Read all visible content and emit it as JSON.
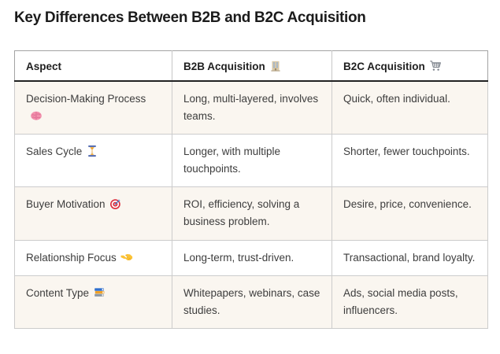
{
  "title": "Key Differences Between B2B and B2C Acquisition",
  "table": {
    "headers": {
      "aspect": {
        "label": "Aspect"
      },
      "b2b": {
        "label": "B2B Acquisition",
        "emoji": "🏢",
        "icon": "office-building-icon"
      },
      "b2c": {
        "label": "B2C Acquisition",
        "emoji": "🛒",
        "icon": "shopping-cart-icon"
      }
    },
    "rows": [
      {
        "aspect": "Decision-Making Process",
        "emoji": "🧠",
        "icon": "brain-icon",
        "b2b": "Long, multi-layered, involves teams.",
        "b2c": "Quick, often individual."
      },
      {
        "aspect": "Sales Cycle",
        "emoji": "⏳",
        "icon": "hourglass-icon",
        "b2b": "Longer, with multiple touchpoints.",
        "b2c": "Shorter, fewer touchpoints."
      },
      {
        "aspect": "Buyer Motivation",
        "emoji": "🎯",
        "icon": "target-icon",
        "b2b": "ROI, efficiency, solving a business problem.",
        "b2c": "Desire, price, convenience."
      },
      {
        "aspect": "Relationship Focus",
        "emoji": "🤝",
        "icon": "handshake-icon",
        "b2b": "Long-term, trust-driven.",
        "b2c": "Transactional, brand loyalty."
      },
      {
        "aspect": "Content Type",
        "emoji": "📚",
        "icon": "books-icon",
        "b2b": "Whitepapers, webinars, case studies.",
        "b2c": "Ads, social media posts, influencers."
      }
    ]
  },
  "colors": {
    "row_stripe": "#faf6f0",
    "header_underline": "#222222",
    "outer_border": "#a3a3a3",
    "inner_border": "#cccccc",
    "body_text": "#3d3d3d",
    "title_text": "#1b1b1b"
  }
}
